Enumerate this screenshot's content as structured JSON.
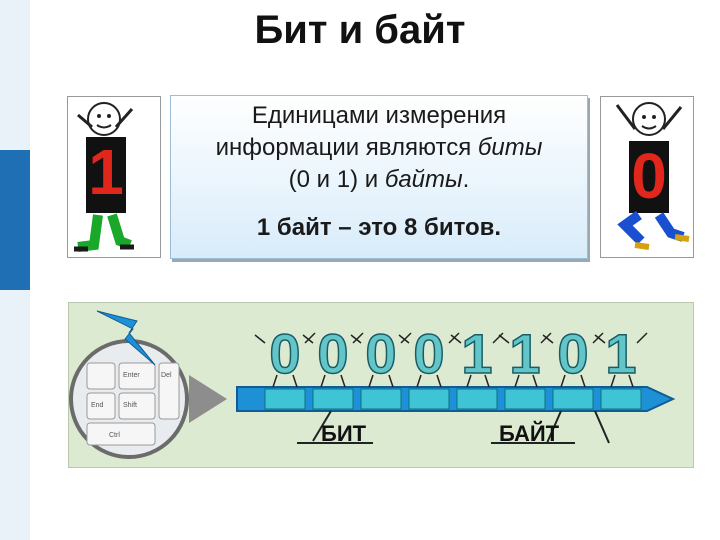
{
  "slide": {
    "title": "Бит и байт",
    "info": {
      "line1": "Единицами измерения",
      "line2_prefix": "информации являются ",
      "line2_em": "биты",
      "line3_prefix": "(0 и 1) и ",
      "line3_em": "байты",
      "line3_suffix": ".",
      "line4": "1 байт – это 8 битов."
    },
    "left_character": {
      "digit": "1"
    },
    "right_character": {
      "digit": "0"
    },
    "illustration": {
      "bit_label": "БИТ",
      "byte_label": "БАЙТ",
      "digits": [
        "0",
        "0",
        "0",
        "0",
        "1",
        "1",
        "0",
        "1"
      ],
      "keyboard_keys": [
        "Enter",
        "Shift",
        "Del",
        "End",
        "Ctrl"
      ]
    }
  },
  "colors": {
    "accent_blue": "#1f6fb4",
    "digit_teal": "#62c6c9",
    "road_teal": "#3ec4d4",
    "arrow_blue": "#1e90d6",
    "one_digit_red": "#e1261c"
  }
}
